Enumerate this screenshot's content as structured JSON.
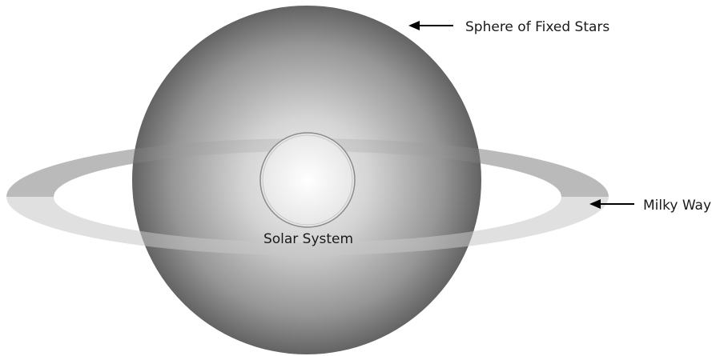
{
  "diagram": {
    "labels": {
      "fixed_stars": "Sphere of Fixed Stars",
      "milky_way": "Milky Way",
      "solar_system": "Solar System"
    },
    "colors": {
      "sphere_highlight": "#f2f2f2",
      "sphere_shadow": "#5a5a5a",
      "ring": "#c4c4c4",
      "solar_system_outline": "#8a8a8a",
      "arrow": "#000000",
      "text": "#1a1a1a"
    }
  }
}
